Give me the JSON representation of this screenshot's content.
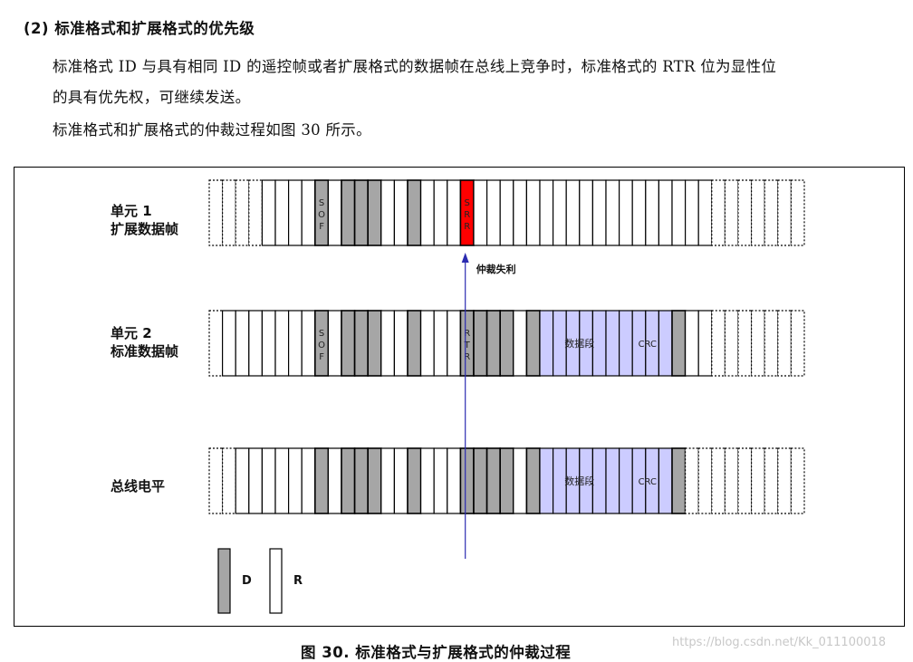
{
  "section": {
    "heading": "(2) 标准格式和扩展格式的优先级",
    "para1_line1": "标准格式 ID 与具有相同 ID 的遥控帧或者扩展格式的数据帧在总线上竞争时，标准格式的 RTR 位为显性位",
    "para1_line2": "的具有优先权，可继续发送。",
    "para2": "标准格式和扩展格式的仲裁过程如图 30 所示。"
  },
  "figure": {
    "caption": "图 30.   标准格式与扩展格式的仲裁过程",
    "watermark": "https://blog.csdn.net/Kk_011100018",
    "rows": [
      {
        "label_line1": "单元 1",
        "label_line2": "扩展数据帧"
      },
      {
        "label_line1": "单元 2",
        "label_line2": "标准数据帧"
      },
      {
        "label_line1": "总线电平",
        "label_line2": ""
      }
    ],
    "sof_letters": [
      "S",
      "O",
      "F"
    ],
    "srr_letters": [
      "S",
      "R",
      "R"
    ],
    "rtr_letters": [
      "R",
      "T",
      "R"
    ],
    "arbitration_lost": "仲裁失利",
    "data_field": "数据段",
    "crc": "CRC",
    "legend": {
      "dominant": "D",
      "recessive": "R"
    },
    "colors": {
      "dominant": "#a6a6a6",
      "recessive": "#ffffff",
      "srr_lost": "#ff0000",
      "data_crc": "#ccccff",
      "arrow": "#2b2bb0"
    }
  }
}
